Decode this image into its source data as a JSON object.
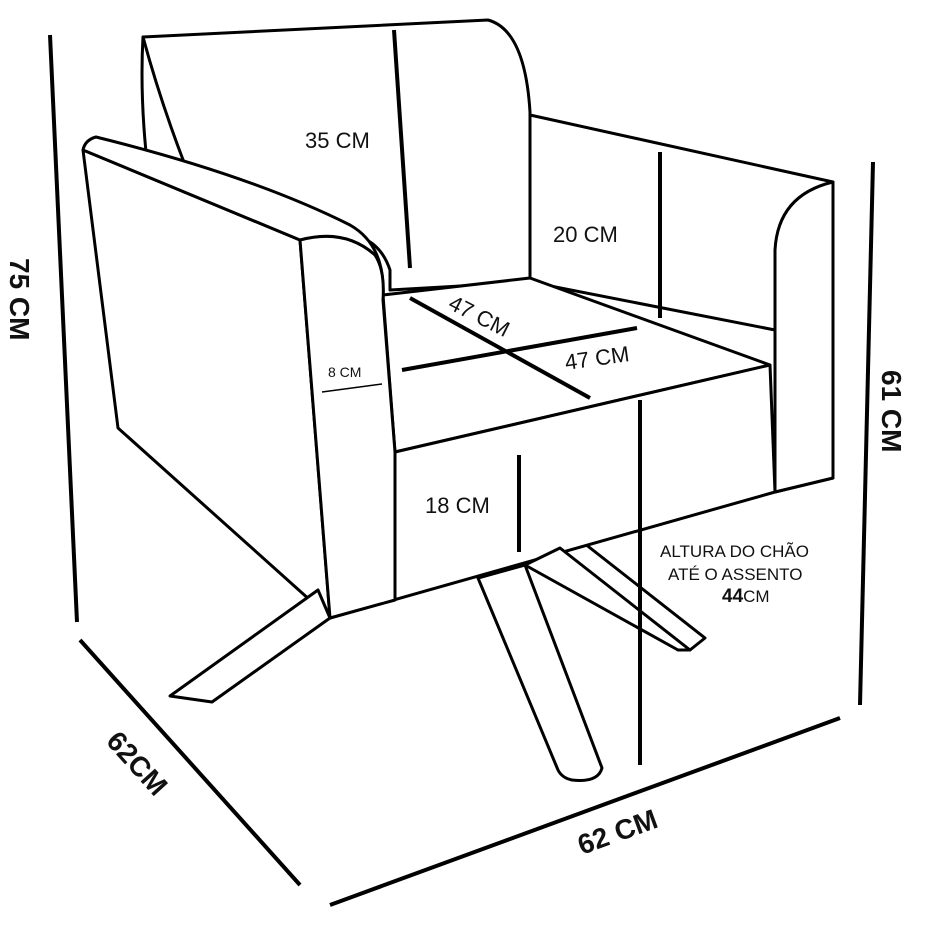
{
  "diagram": {
    "line_color": "#000000",
    "background": "#ffffff",
    "dimensions": {
      "total_height": "75 CM",
      "back_height": "35 CM",
      "backrest_height": "20 CM",
      "seat_depth": "47 CM",
      "seat_width": "47 CM",
      "cushion": "8 CM",
      "front_height": "18 CM",
      "arm_height": "61 CM",
      "depth": "62CM",
      "width": "62 CM"
    },
    "seat_height_note": {
      "line1": "ALTURA DO CHÃO",
      "line2": "ATÉ O ASSENTO",
      "value": "44",
      "unit": "CM"
    }
  }
}
